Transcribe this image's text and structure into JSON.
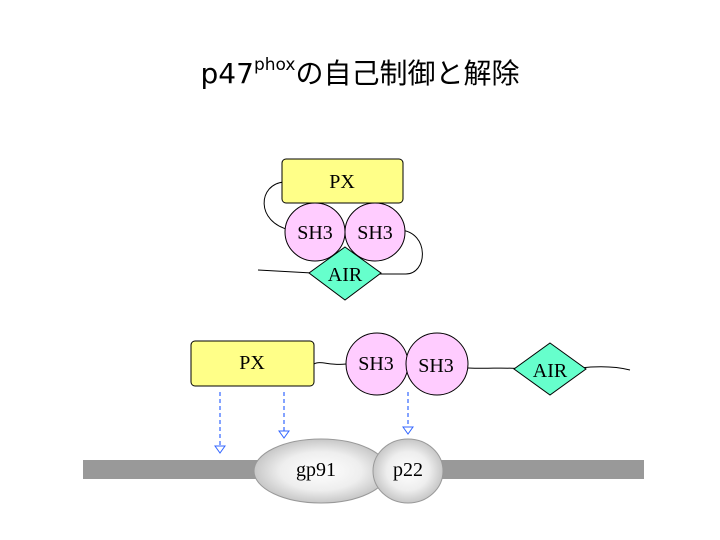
{
  "title": {
    "main": "p47",
    "superscript": "phox",
    "suffix": "の自己制御と解除"
  },
  "autoinhibited": {
    "px_label": "PX",
    "sh3_left_label": "SH3",
    "sh3_right_label": "SH3",
    "air_label": "AIR"
  },
  "activated": {
    "px_label": "PX",
    "sh3_left_label": "SH3",
    "sh3_right_label": "SH3",
    "air_label": "AIR"
  },
  "membrane": {
    "gp91_label": "gp91",
    "p22_label": "p22"
  },
  "colors": {
    "px_fill": "#FFFF88",
    "sh3_fill": "#FFCCFF",
    "air_fill": "#66FFCC",
    "membrane": "#999999",
    "arrow": "#3366FF"
  }
}
